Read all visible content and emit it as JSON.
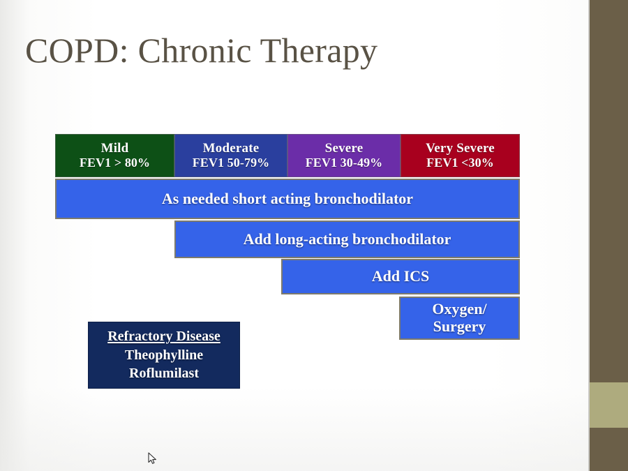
{
  "slide": {
    "title": "COPD: Chronic Therapy",
    "title_color": "#595245",
    "background": "#ffffff"
  },
  "sidebar": {
    "primary_color": "#6b5f48",
    "accent_color": "#aeab7e"
  },
  "chart_data": {
    "type": "bar",
    "title": "COPD: Chronic Therapy",
    "categories": [
      "Mild",
      "Moderate",
      "Severe",
      "Very Severe"
    ],
    "category_sublabels": [
      "FEV1 > 80%",
      "FEV1 50-79%",
      "FEV1 30-49%",
      "FEV1 <30%"
    ],
    "category_colors": [
      "#0d5016",
      "#2a3f9e",
      "#6b2da8",
      "#a8001e"
    ],
    "series": [
      {
        "name": "As needed short acting bronchodilator",
        "start_category": 0,
        "end_category": 3
      },
      {
        "name": "Add long-acting bronchodilator",
        "start_category": 1,
        "end_category": 3
      },
      {
        "name": "Add ICS",
        "start_category": 2,
        "end_category": 3
      },
      {
        "name": "Oxygen/ Surgery",
        "start_category": 3,
        "end_category": 3
      }
    ],
    "bar_color": "#3563e9",
    "xlabel": "",
    "ylabel": "",
    "grid": false,
    "legend": "none"
  },
  "severity_columns": [
    {
      "name": "Mild",
      "fev": "FEV1 > 80%",
      "color": "#0d5016"
    },
    {
      "name": "Moderate",
      "fev": "FEV1 50-79%",
      "color": "#2a3f9e"
    },
    {
      "name": "Severe",
      "fev": "FEV1 30-49%",
      "color": "#6b2da8"
    },
    {
      "name": "Very Severe",
      "fev": "FEV1 <30%",
      "color": "#a8001e"
    }
  ],
  "therapy_steps": [
    {
      "label": "As needed short acting bronchodilator"
    },
    {
      "label": "Add long-acting bronchodilator"
    },
    {
      "label": "Add ICS"
    },
    {
      "label_line1": "Oxygen/",
      "label_line2": "Surgery"
    }
  ],
  "refractory": {
    "title": "Refractory Disease",
    "drug1": "Theophylline",
    "drug2": "Roflumilast",
    "box_color": "#132a5e"
  }
}
